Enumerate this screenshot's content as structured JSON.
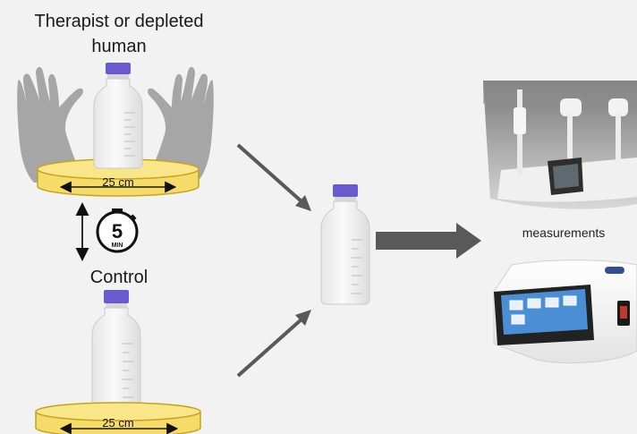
{
  "labels": {
    "therapist": "Therapist or depleted human",
    "control": "Control",
    "measurements": "measurements",
    "plate_width_top": "25 cm",
    "plate_width_bottom": "25 cm"
  },
  "timer": {
    "value": "5",
    "unit": "MIN"
  },
  "icons": [
    "hand-left-icon",
    "hand-right-icon",
    "bottle-icon",
    "timer-icon",
    "arrow-icon",
    "lab-instrument-photo",
    "analyzer-device-photo"
  ],
  "colors": {
    "plate_fill": "#f7e27a",
    "plate_stroke": "#c8a21e",
    "cap": "#6a5acd",
    "arrow": "#595959",
    "hand": "#a6a6a6"
  }
}
